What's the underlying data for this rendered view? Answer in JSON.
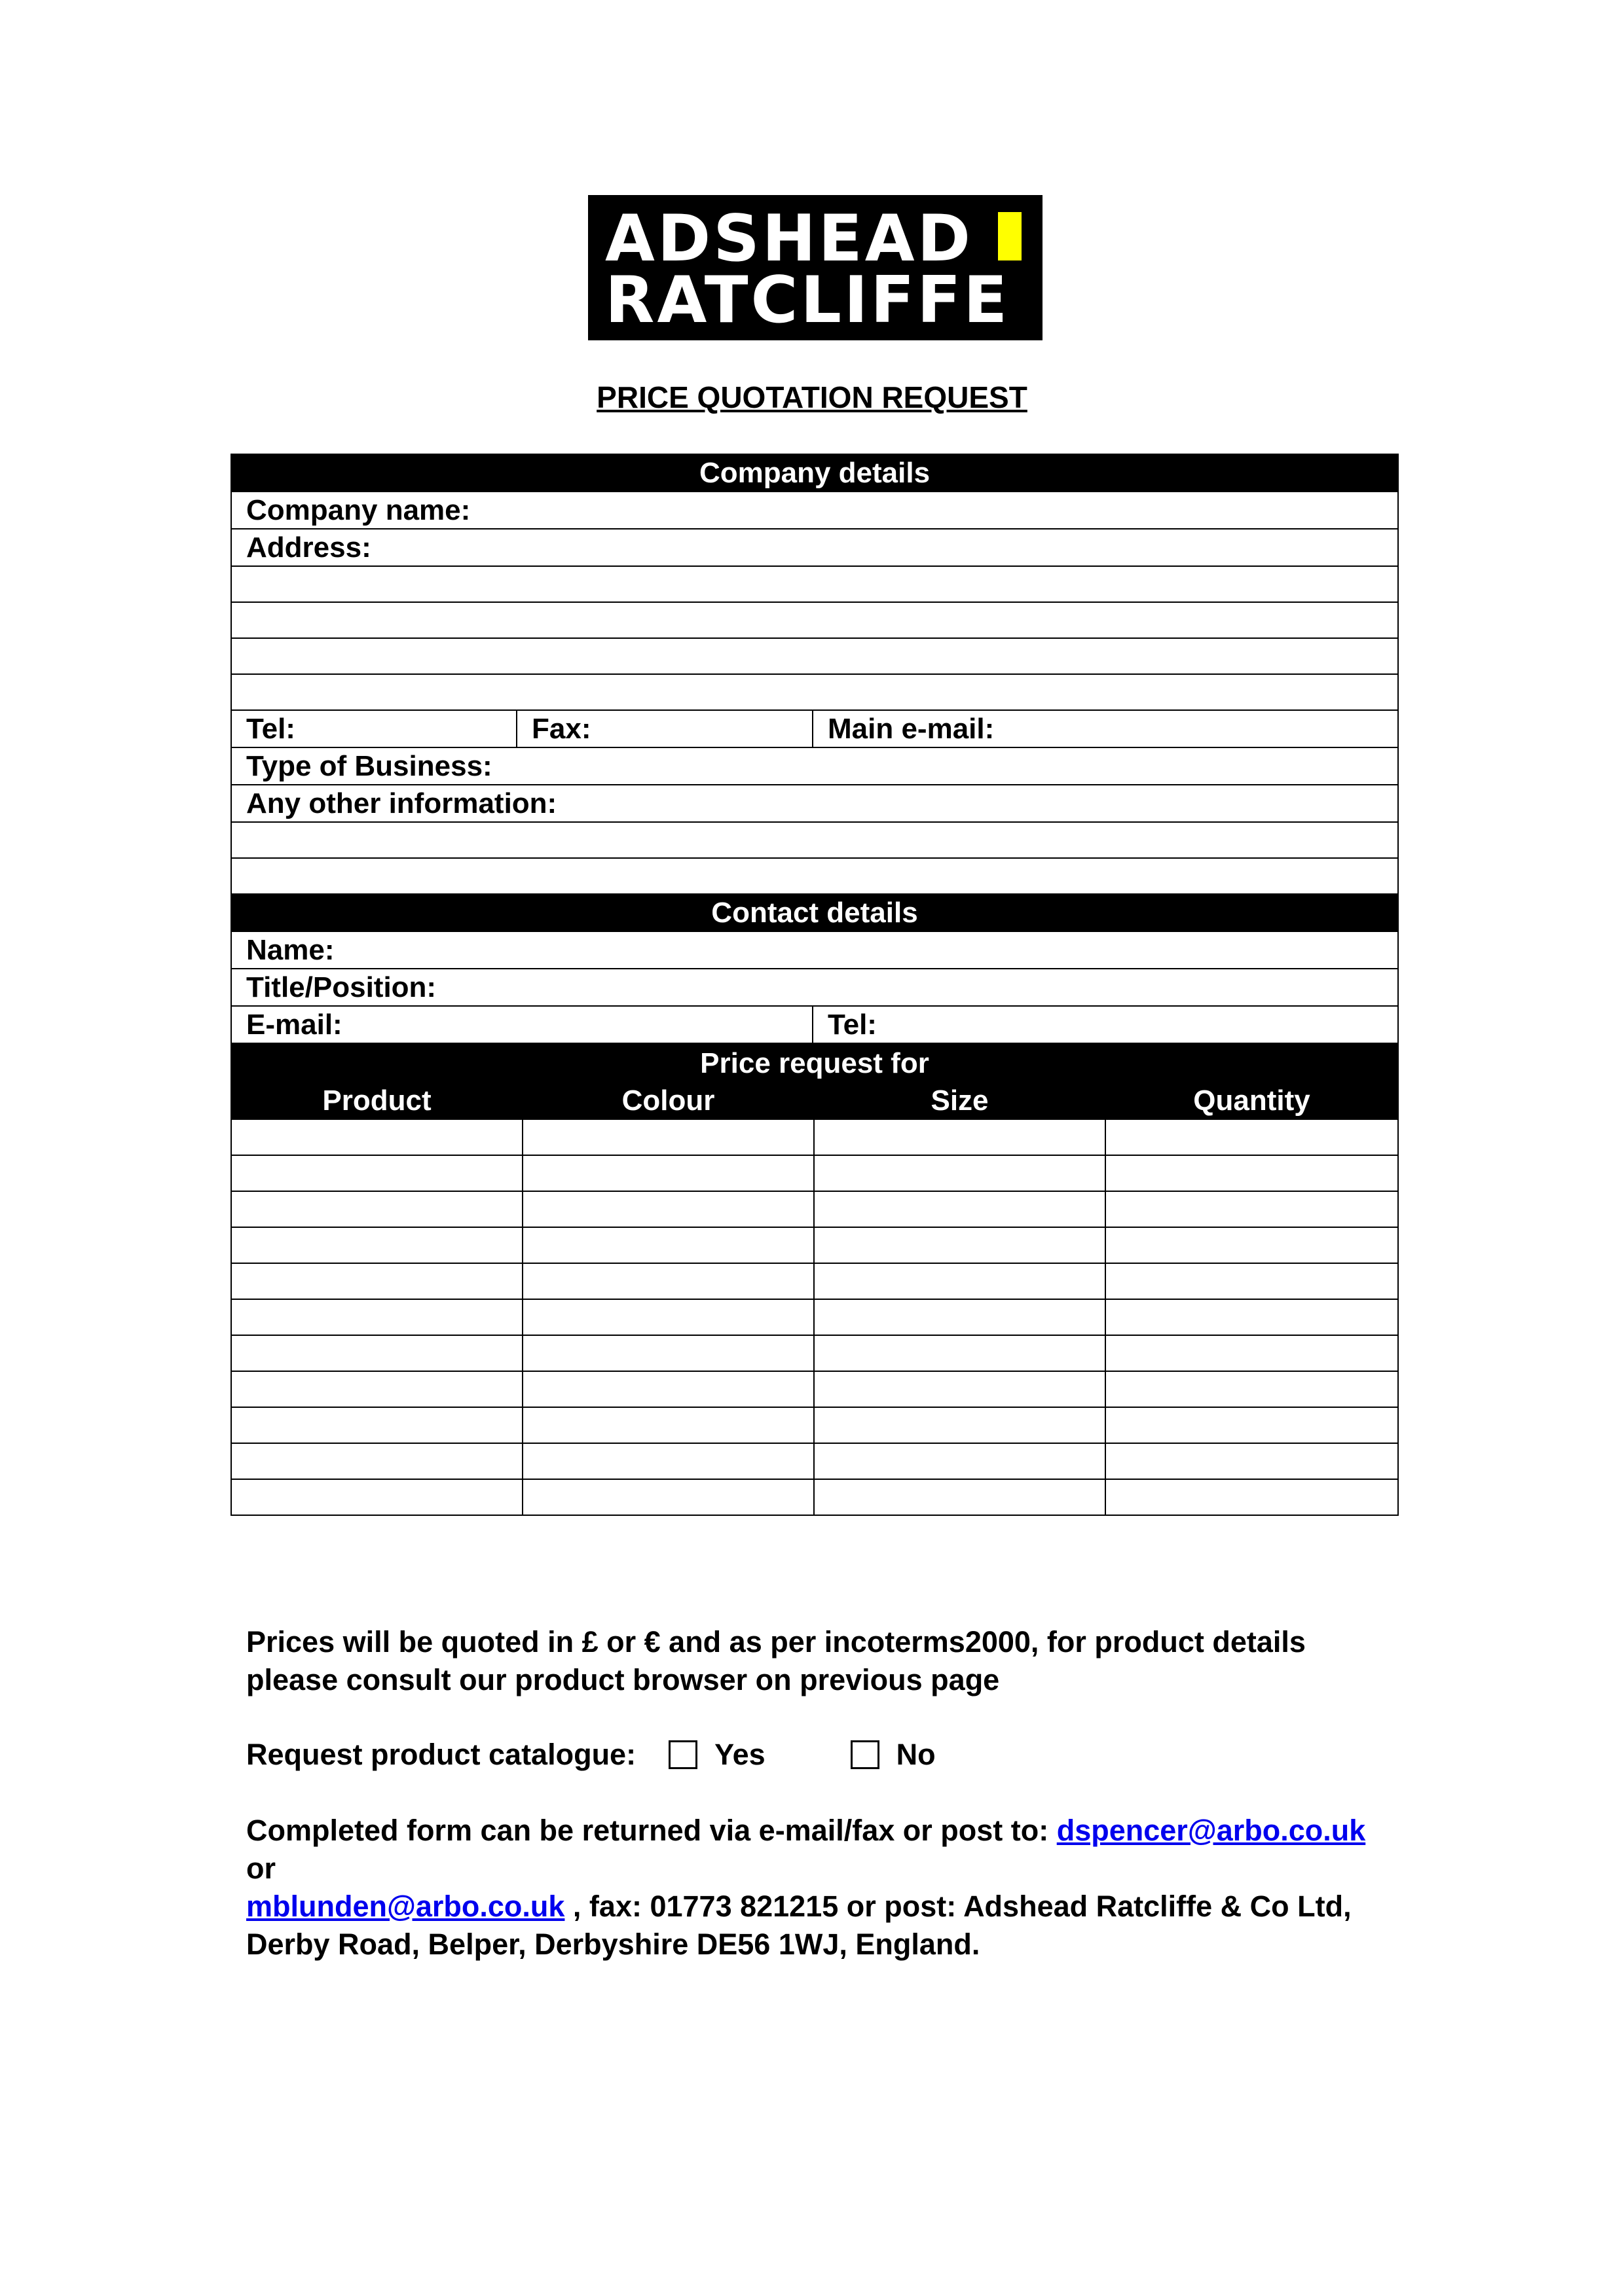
{
  "logo": {
    "line1": "ADSHEAD",
    "line2": "RATCLIFFE"
  },
  "title": "PRICE QUOTATION REQUEST",
  "company_section": {
    "header": "Company details",
    "company_name": "Company name:",
    "address": "Address:",
    "tel": "Tel:",
    "fax": "Fax:",
    "main_email": "Main e-mail:",
    "type_of_business": "Type of Business:",
    "other_info": "Any other information:"
  },
  "contact_section": {
    "header": "Contact details",
    "name": "Name:",
    "title_position": "Title/Position:",
    "email": "E-mail:",
    "tel": "Tel:"
  },
  "price_section": {
    "header": "Price request for",
    "columns": [
      "Product",
      "Colour",
      "Size",
      "Quantity"
    ],
    "blank_rows": 11
  },
  "notes": {
    "prices": "Prices will be quoted in £ or € and as per incoterms2000, for product details please consult our product browser on previous page",
    "catalogue_label": "Request product catalogue:",
    "yes": "Yes",
    "no": "No",
    "return_prefix": "Completed form can be returned via e-mail/fax or post to: ",
    "email1": "dspencer@arbo.co.uk",
    "or": " or",
    "email2": "mblunden@arbo.co.uk",
    "return_suffix": " , fax: 01773 821215 or post: Adshead Ratcliffe & Co Ltd, Derby Road, Belper, Derbyshire DE56 1WJ, England."
  },
  "colors": {
    "link": "#0000ee",
    "logo_accent": "#ffff00",
    "header_bg": "#000000"
  }
}
